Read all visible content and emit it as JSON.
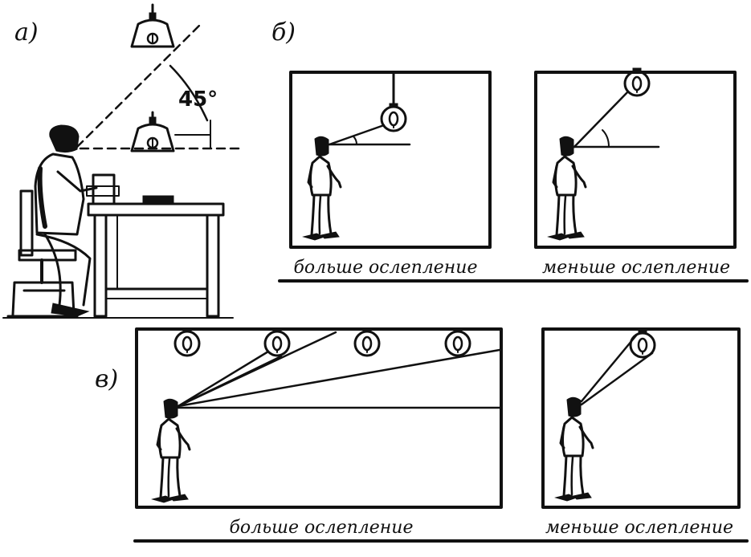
{
  "panels": {
    "a": {
      "label": "а)",
      "angle_label": "45°"
    },
    "b": {
      "label": "б)",
      "left_caption": "больше ослепление",
      "right_caption": "меньше ослепление"
    },
    "c": {
      "label": "в)",
      "left_caption": "больше ослепление",
      "right_caption": "меньше ослепление"
    }
  },
  "colors": {
    "ink": "#111111",
    "background": "#ffffff"
  },
  "icons": [
    "lamp-icon",
    "person-icon",
    "chair-icon",
    "desk-icon",
    "typewriter-icon"
  ]
}
